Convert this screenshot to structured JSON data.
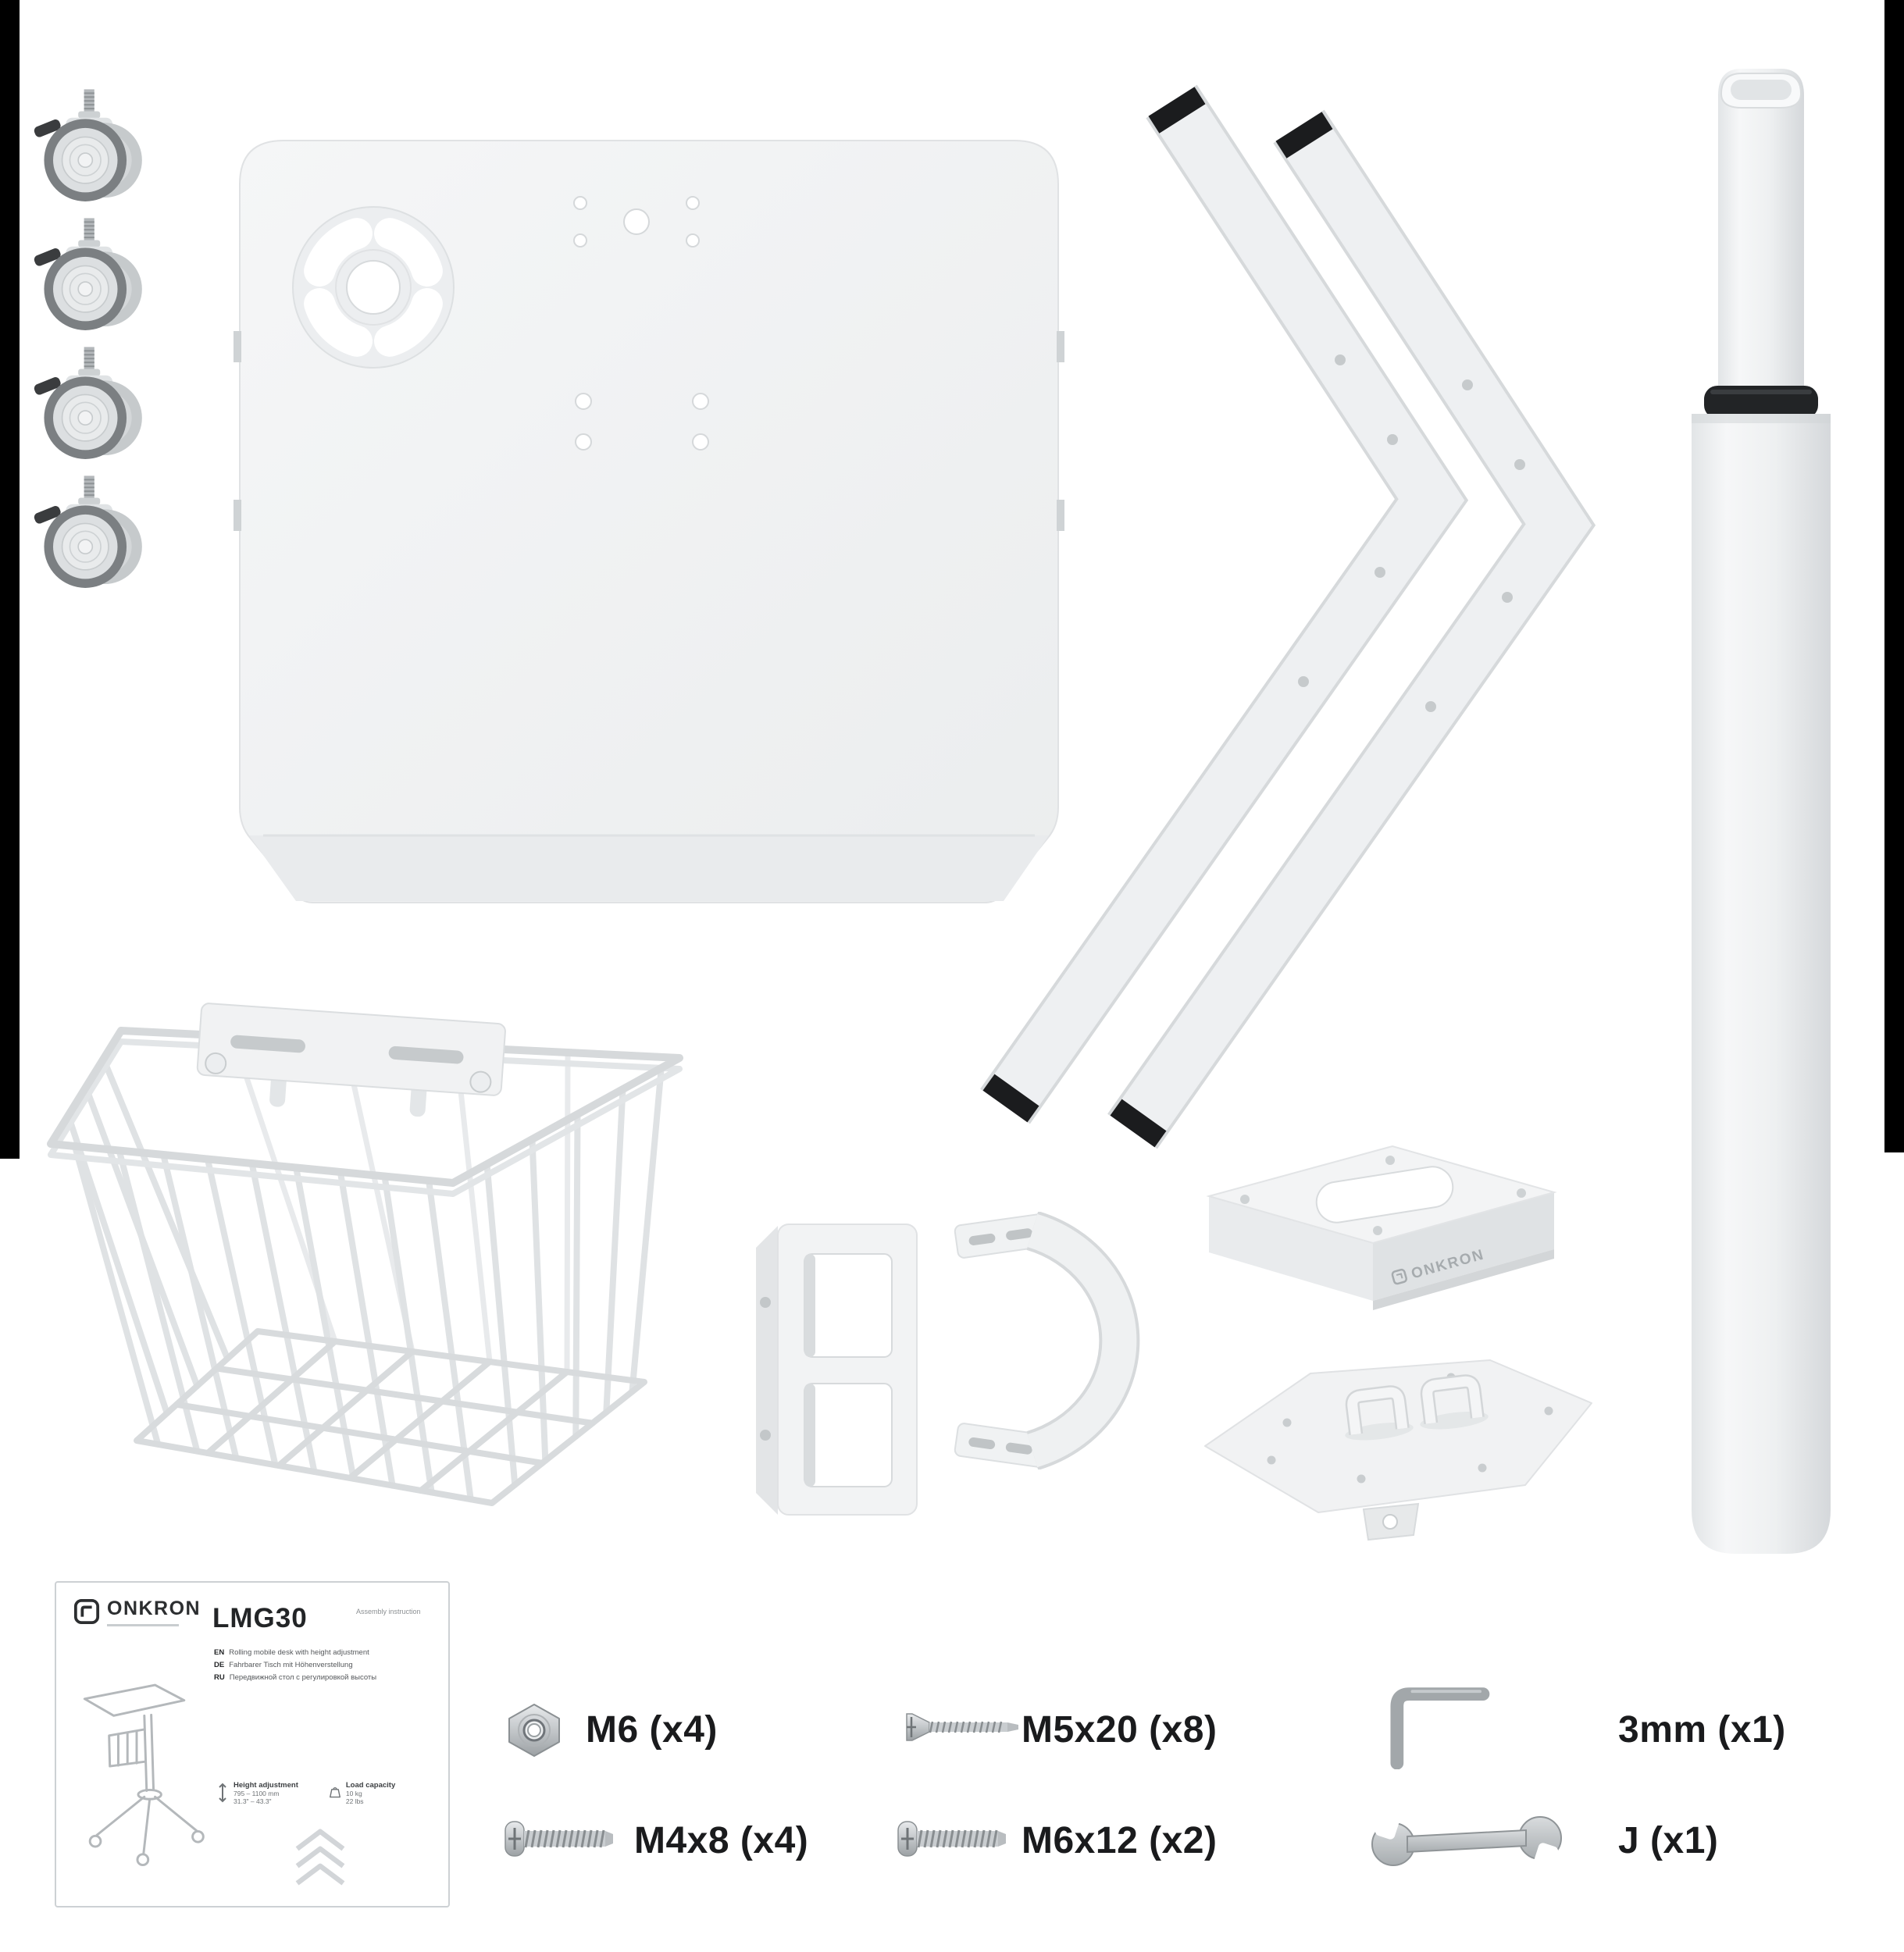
{
  "image": {
    "type": "product-parts-overview",
    "background": "#ffffff"
  },
  "brand": {
    "name": "ONKRON",
    "model": "LMG30"
  },
  "manual": {
    "brand": "ONKRON",
    "model": "LMG30",
    "side_note": "Assembly instruction",
    "languages": [
      {
        "code": "EN",
        "text": "Rolling mobile desk with height adjustment"
      },
      {
        "code": "DE",
        "text": "Fahrbarer Tisch mit Höhenverstellung"
      },
      {
        "code": "RU",
        "text": "Передвижной стол с регулировкой высоты"
      }
    ],
    "specs": [
      {
        "label": "Height adjustment",
        "value": "795 – 1100 mm",
        "value_alt": "31.3\" – 43.3\""
      },
      {
        "label": "Load capacity",
        "value": "10 kg",
        "value_alt": "22 lbs"
      }
    ]
  },
  "hardware": {
    "items": [
      {
        "label": "M6 (x4)",
        "icon": "hex-nut-icon"
      },
      {
        "label": "M5x20 (x8)",
        "icon": "countersunk-screw-icon"
      },
      {
        "label": "3mm (x1)",
        "icon": "allen-key-icon"
      },
      {
        "label": "M4x8 (x4)",
        "icon": "pan-head-screw-icon"
      },
      {
        "label": "M6x12 (x2)",
        "icon": "pan-head-screw-icon"
      },
      {
        "label": "J (x1)",
        "icon": "open-end-wrench-icon"
      }
    ]
  },
  "parts": [
    "caster-wheel",
    "caster-wheel",
    "caster-wheel",
    "caster-wheel",
    "desk-top-panel",
    "angled-leg",
    "angled-leg",
    "lifting-column",
    "wire-basket",
    "frame-bracket",
    "clamp-bracket",
    "column-top-mount",
    "base-plate",
    "instruction-manual"
  ],
  "colors": {
    "photo_edge": "#000000",
    "part_light": "#f1f2f3",
    "part_shadow": "#d8dbdd",
    "end_cap": "#1b1c1e",
    "label_text": "#1a1b1d",
    "metal": "#b9bdc0"
  }
}
